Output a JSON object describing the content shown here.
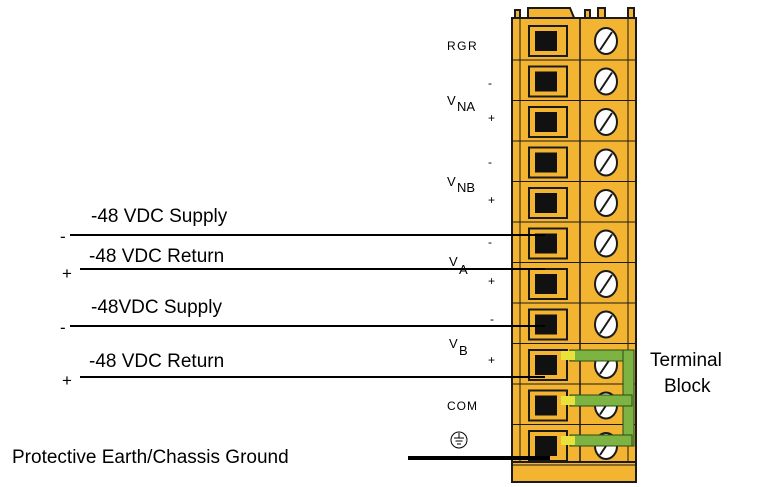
{
  "terminal_labels": {
    "rgr": "RGR",
    "vna_main": "V",
    "vna_sub": "NA",
    "vnb_main": "V",
    "vnb_sub": "NB",
    "va_main": "V",
    "va_sub": "A",
    "vb_main": "V",
    "vb_sub": "B",
    "com": "COM",
    "minus": "-",
    "plus": "+"
  },
  "wires": [
    {
      "label": "-48 VDC  Supply",
      "polarity": "-"
    },
    {
      "label": "-48 VDC  Return",
      "polarity": "+"
    },
    {
      "label": "-48VDC  Supply",
      "polarity": "-"
    },
    {
      "label": "-48 VDC  Return",
      "polarity": "+"
    }
  ],
  "ground_label": "Protective Earth/Chassis Ground",
  "ground_symbol": "⏚",
  "terminal_block_label": [
    "Terminal",
    "Block"
  ],
  "colors": {
    "block": "#F2B431",
    "outline": "#1a1a1a",
    "jumper_green": "#7CB342",
    "jumper_yellow": "#E8E23A"
  }
}
